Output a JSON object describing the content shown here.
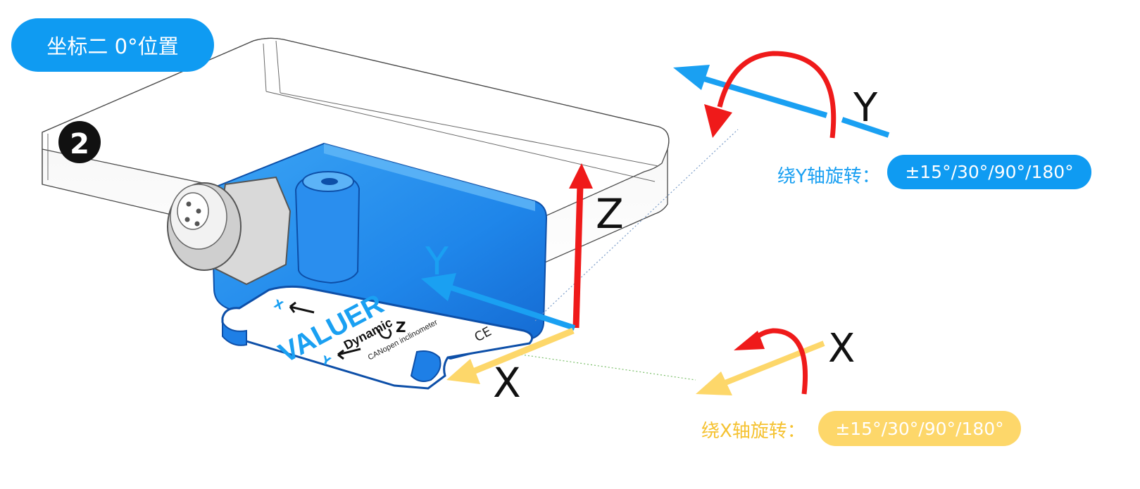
{
  "header": {
    "title": "坐标二  0°位置"
  },
  "marker": {
    "number": "❷"
  },
  "axes_on_sensor": {
    "z": "Z",
    "y": "Y",
    "x": "X"
  },
  "rotation_y": {
    "axis": "Y",
    "label": "绕Y轴旋转：",
    "range": "±15°/30°/90°/180°"
  },
  "rotation_x": {
    "axis": "X",
    "label": "绕X轴旋转：",
    "range": "±15°/30°/90°/180°"
  },
  "sensor_label": {
    "brand": "VALUER",
    "sub": "Dynamic",
    "model": "CANopen inclinometer",
    "x_mark": "X",
    "y_mark": "Y",
    "z_mark": "Z",
    "ce": "CE"
  },
  "colors": {
    "pill_blue": "#0f9bf2",
    "pill_yellow": "#fdd76a",
    "axis_z": "#ef1a1a",
    "axis_y": "#1aa0f2",
    "axis_x": "#fdd76a",
    "sensor_body": "#1e7fe6"
  },
  "icons": [
    "circled-number-two-icon",
    "rotation-arrow-y-icon",
    "rotation-arrow-x-icon"
  ]
}
